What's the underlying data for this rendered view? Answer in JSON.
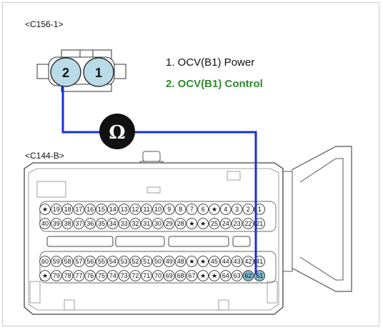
{
  "connector_top": {
    "name": "<C156-1>",
    "pin_left": "2",
    "pin_right": "1"
  },
  "legend": {
    "item1": "1. OCV(B1) Power",
    "item2": "2. OCV(B1) Control",
    "item2_color": "#2e8b2e"
  },
  "meter": {
    "symbol": "Ω"
  },
  "connector_bottom": {
    "name": "<C144-B>",
    "row1": [
      "★",
      "19",
      "18",
      "17",
      "16",
      "15",
      "14",
      "13",
      "12",
      "11",
      "10",
      "9",
      "8",
      "7",
      "6",
      "★",
      "4",
      "3",
      "2",
      "1"
    ],
    "row2": [
      "40",
      "39",
      "38",
      "37",
      "36",
      "35",
      "34",
      "33",
      "32",
      "31",
      "30",
      "29",
      "28",
      "★",
      "★",
      "25",
      "24",
      "23",
      "22",
      "21"
    ],
    "row3": [
      "60",
      "59",
      "58",
      "57",
      "56",
      "55",
      "54",
      "53",
      "52",
      "51",
      "50",
      "49",
      "48",
      "★",
      "★",
      "45",
      "44",
      "43",
      "42",
      "41"
    ],
    "row4": [
      "★",
      "79",
      "78",
      "77",
      "76",
      "75",
      "74",
      "73",
      "72",
      "71",
      "70",
      "69",
      "68",
      "67",
      "★",
      "★",
      "64",
      "63",
      "62",
      "61"
    ]
  },
  "colors": {
    "wire": "#1a2fd0",
    "pin_fill": "#b9dbe8",
    "highlight_pin": "#7fb8cc"
  }
}
